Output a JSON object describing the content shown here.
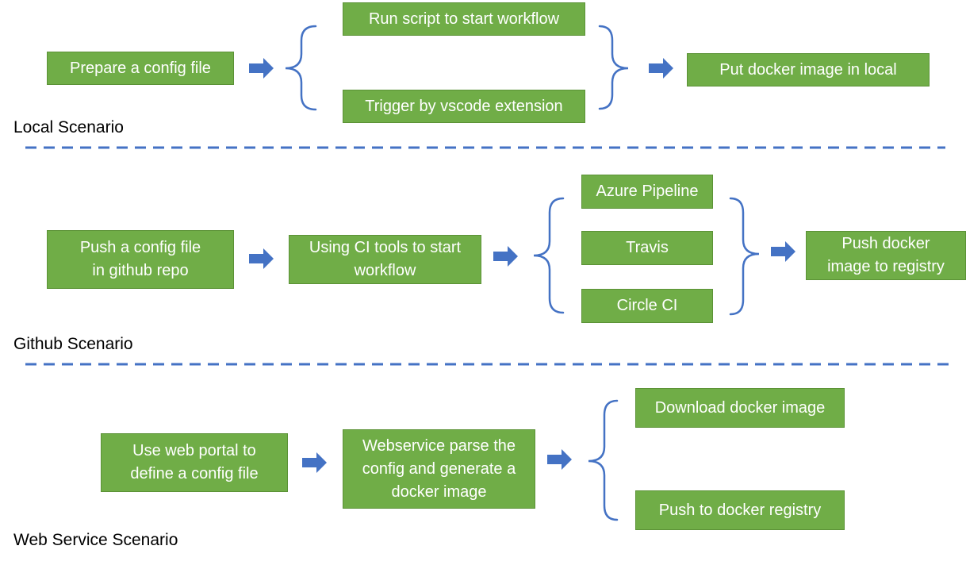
{
  "colors": {
    "box_fill": "#70ad47",
    "box_text": "#ffffff",
    "arrow": "#4472c4",
    "divider": "#4472c4",
    "brace": "#4472c4"
  },
  "local": {
    "scenario_label": "Local Scenario",
    "prepare": "Prepare a config file",
    "run_script": "Run script to start workflow",
    "trigger_vscode": "Trigger by vscode extension",
    "put_local": "Put docker image in local"
  },
  "github": {
    "scenario_label": "Github Scenario",
    "push_config": [
      "Push a config file",
      "in github repo"
    ],
    "using_ci": [
      "Using CI tools to start",
      "workflow"
    ],
    "azure": "Azure Pipeline",
    "travis": "Travis",
    "circle": "Circle CI",
    "push_registry": [
      "Push docker",
      "image to registry"
    ]
  },
  "web": {
    "scenario_label": "Web Service Scenario",
    "web_portal": [
      "Use web portal to",
      "define a config file"
    ],
    "webservice": [
      "Webservice parse the",
      "config and generate a",
      "docker image"
    ],
    "download": "Download docker image",
    "push_to_registry": "Push to docker registry"
  }
}
